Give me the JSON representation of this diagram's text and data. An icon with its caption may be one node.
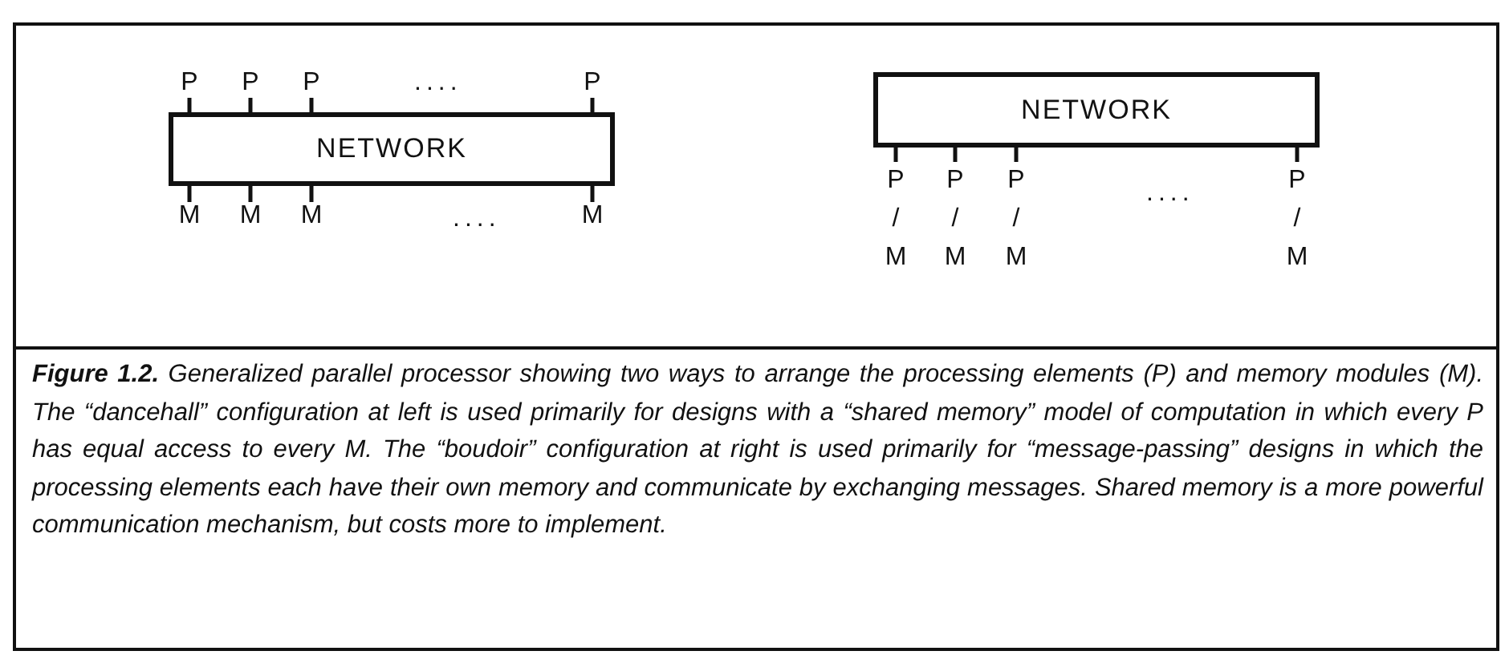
{
  "diagram": {
    "caption": "**Figure 1.2.**   Generalized parallel processor showing two ways to arrange the processing elements (P) and memory modules (M).  The “dancehall” configuration at left is used primarily for designs with a “shared memory” model of computation in which every P has equal access to every M.  The “boudoir” configuration at right is used primarily for “message-passing” designs in which the processing elements each have their own memory and communicate by exchanging messages.  Shared memory is a more powerful communication mechanism, but costs more to implement.",
    "nodes": [
      {
        "text": [
          "NETWORK"
        ]
      },
      {
        "text": [
          "P"
        ]
      },
      {
        "text": [
          "P"
        ]
      },
      {
        "text": [
          "P"
        ]
      },
      {
        "text": [
          "P"
        ]
      },
      {
        "text": [
          "M"
        ]
      },
      {
        "text": [
          "M"
        ]
      },
      {
        "text": [
          "M"
        ]
      },
      {
        "text": [
          "M"
        ]
      },
      {
        "text": [
          "NETWORK"
        ]
      },
      {
        "text": [
          "P / M"
        ]
      },
      {
        "text": [
          "P / M"
        ]
      },
      {
        "text": [
          "P / M"
        ]
      },
      {
        "text": [
          "P / M"
        ]
      }
    ],
    "edges": [
      {
        "from": 1,
        "to": 0,
        "arrow": "none"
      },
      {
        "from": 2,
        "to": 0,
        "arrow": "none"
      },
      {
        "from": 3,
        "to": 0,
        "arrow": "none"
      },
      {
        "from": 4,
        "to": 0,
        "arrow": "none"
      },
      {
        "from": 0,
        "to": 5,
        "arrow": "none"
      },
      {
        "from": 0,
        "to": 6,
        "arrow": "none"
      },
      {
        "from": 0,
        "to": 7,
        "arrow": "none"
      },
      {
        "from": 0,
        "to": 8,
        "arrow": "none"
      },
      {
        "from": 9,
        "to": 10,
        "arrow": "none"
      },
      {
        "from": 9,
        "to": 11,
        "arrow": "none"
      },
      {
        "from": 9,
        "to": 12,
        "arrow": "none"
      },
      {
        "from": 9,
        "to": 13,
        "arrow": "none"
      }
    ],
    "labels": [
      "....",
      "....",
      "...."
    ]
  }
}
